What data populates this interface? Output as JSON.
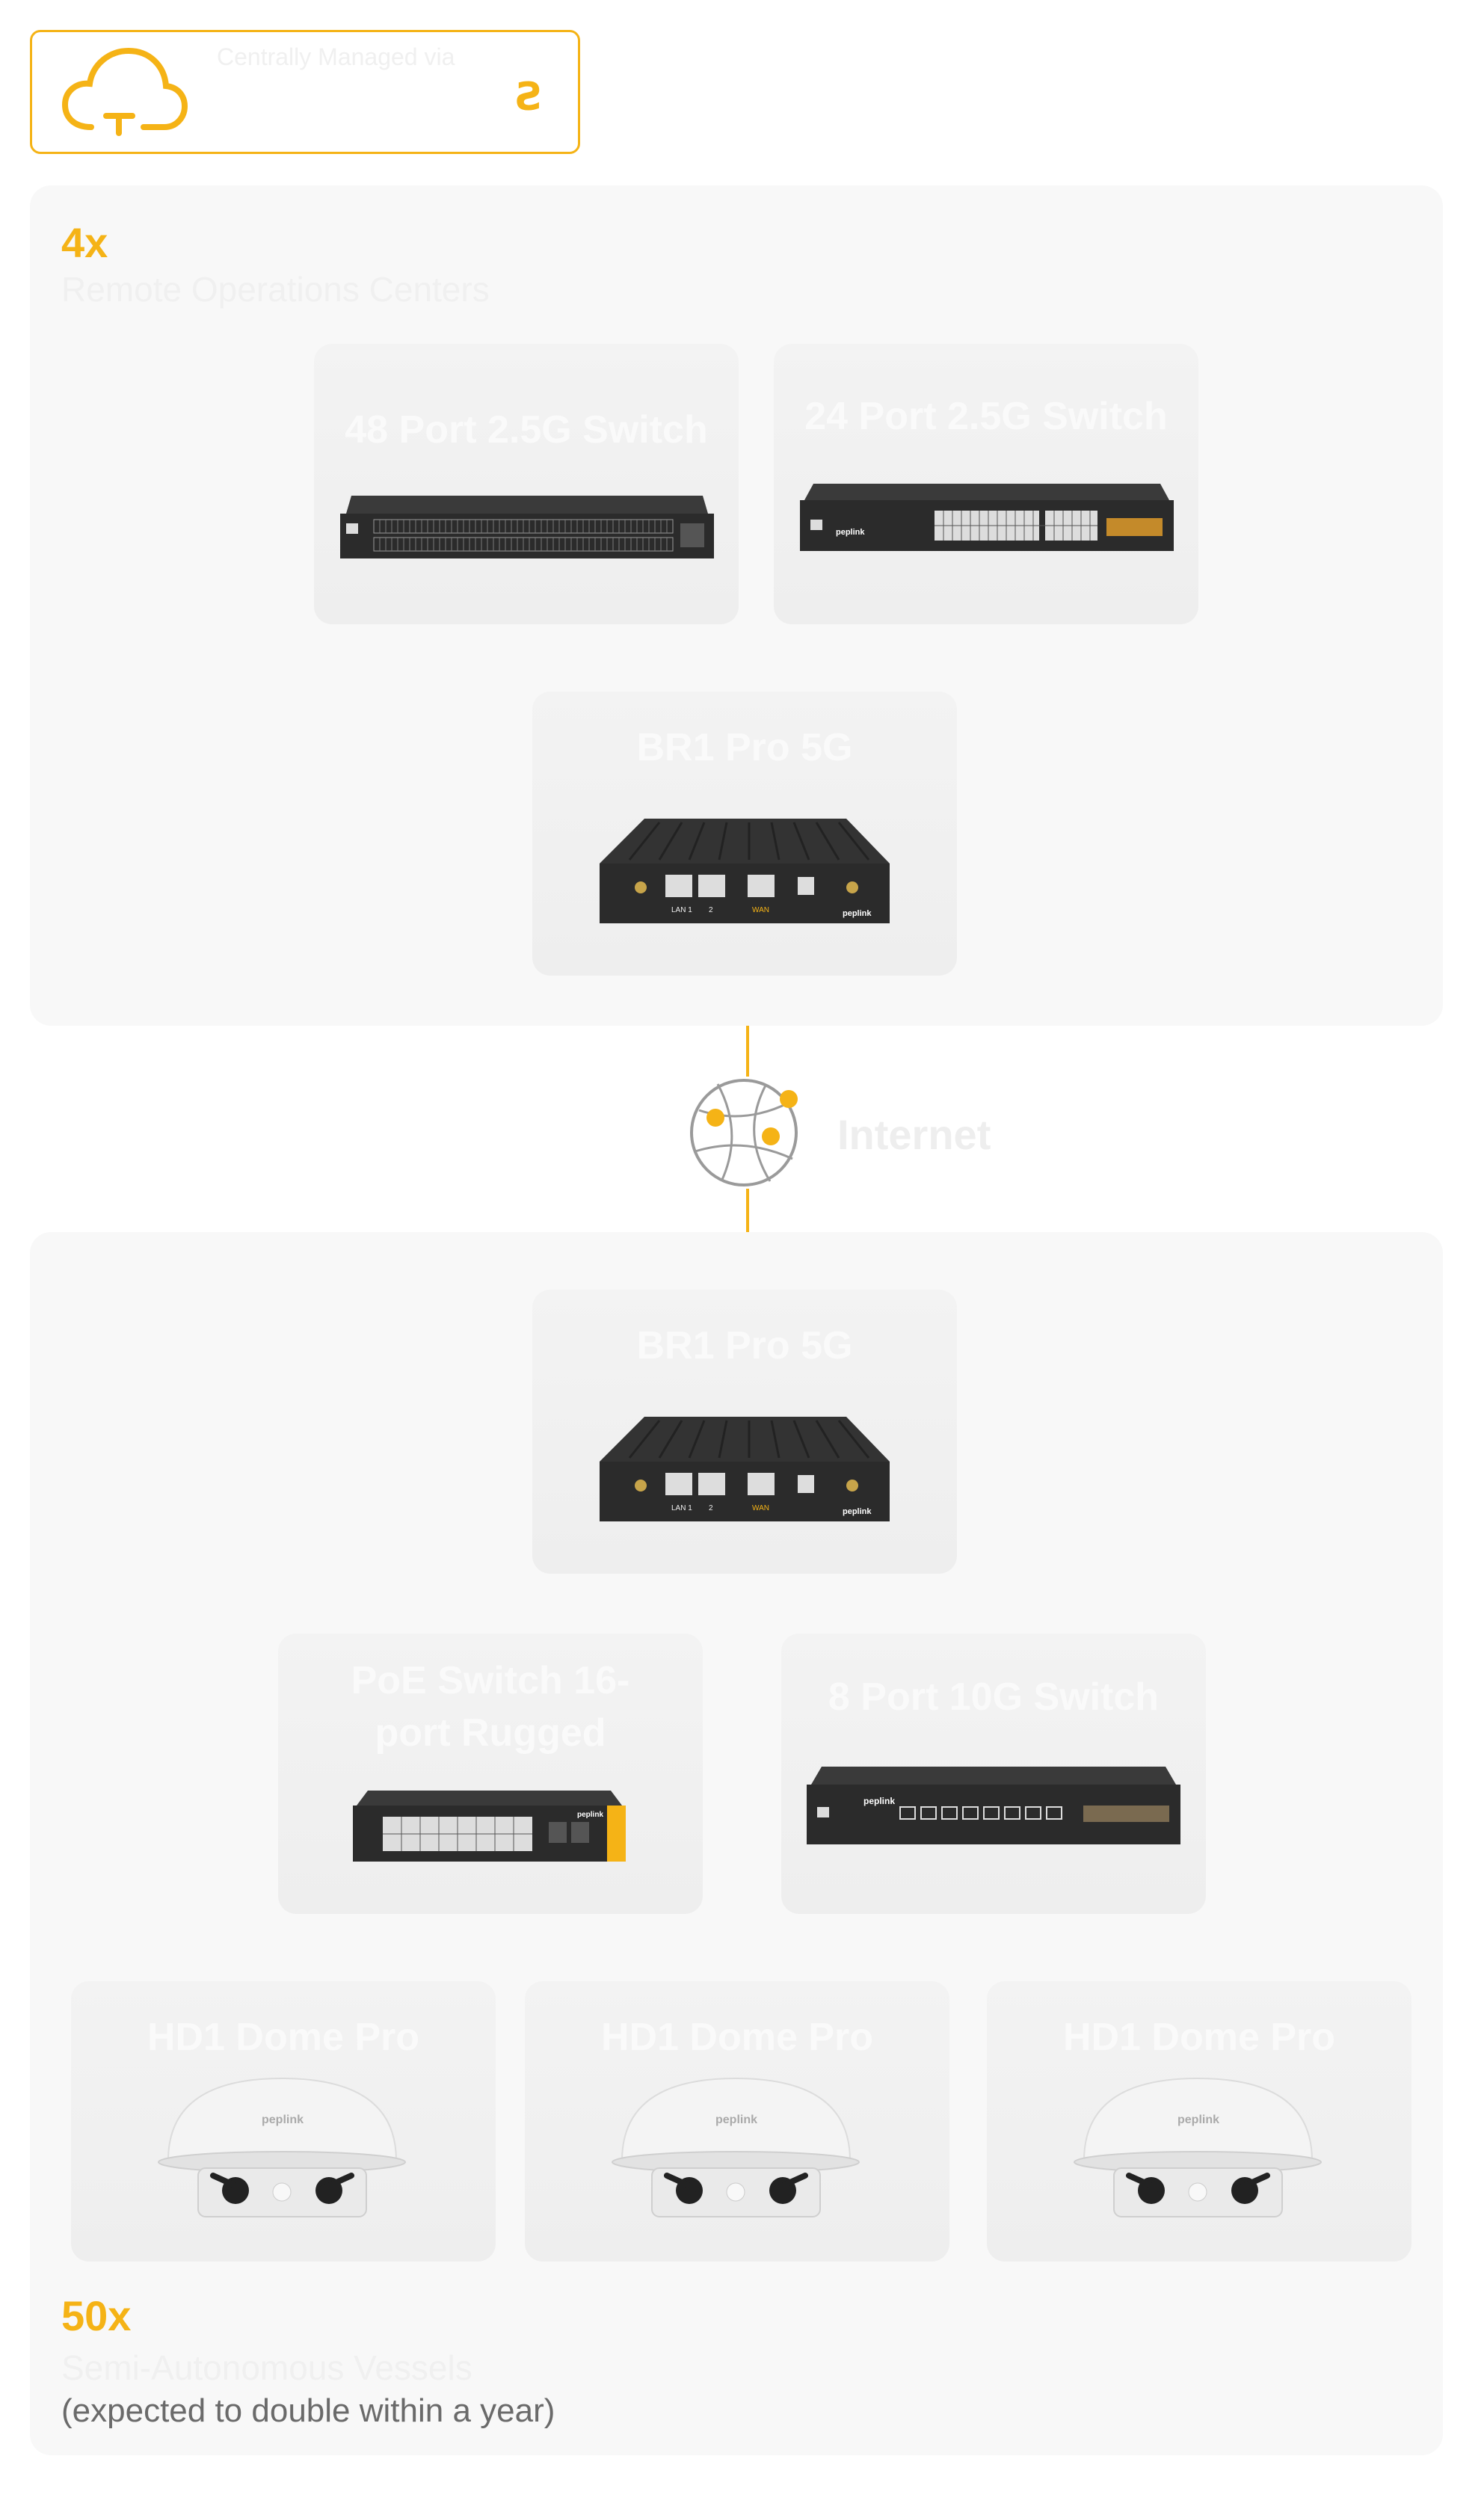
{
  "managed": {
    "label": "Centrally Managed via",
    "brand_mark": "Ƨ",
    "icon": "cloud-icon"
  },
  "top_section": {
    "count": "4x",
    "title": "Remote Operations Centers"
  },
  "bottom_section": {
    "count": "50x",
    "title": "Semi-Autonomous Vessels",
    "note": "(expected to double within a year)"
  },
  "internet": {
    "label": "Internet",
    "icon": "globe-icon"
  },
  "cards": {
    "switch48": "48 Port 2.5G Switch",
    "switch24": "24 Port 2.5G Switch",
    "router_top": "BR1 Pro 5G",
    "router_bottom": "BR1 Pro 5G",
    "switch16": "PoE Switch 16-port Rugged",
    "switch8": "8 Port 10G Switch",
    "dome1": "HD1 Dome Pro",
    "dome2": "HD1 Dome Pro",
    "dome3": "HD1 Dome Pro"
  },
  "device_labels": {
    "brand": "peplink",
    "lan1": "LAN 1",
    "lan2": "2",
    "wan": "WAN"
  },
  "colors": {
    "accent": "#f5b316",
    "section_bg": "#f8f8f8",
    "card_bg": "#efefef",
    "device_body": "#2b2b2b"
  }
}
